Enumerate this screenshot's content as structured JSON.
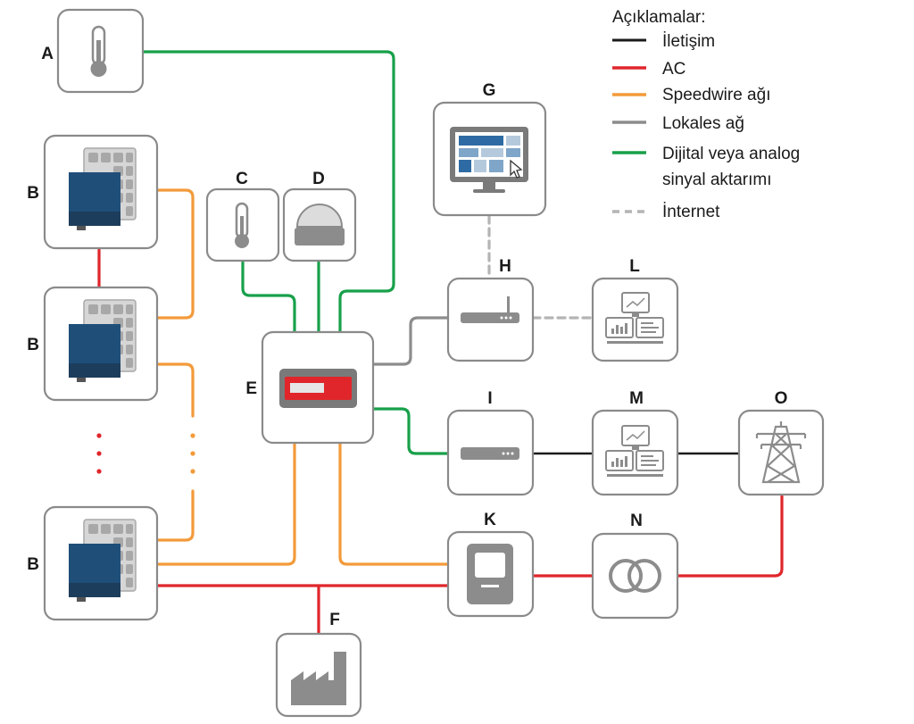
{
  "legend": {
    "title": "Açıklamalar:",
    "items": [
      {
        "key": "communication",
        "label": "İletişim",
        "color": "#1a1a1a",
        "style": "solid"
      },
      {
        "key": "ac",
        "label": "AC",
        "color": "#e0262b",
        "style": "solid"
      },
      {
        "key": "speedwire",
        "label": "Speedwire ağı",
        "color": "#f39a3a",
        "style": "solid"
      },
      {
        "key": "lan",
        "label": "Lokales ağ",
        "color": "#8c8c8c",
        "style": "solid"
      },
      {
        "key": "signal",
        "label": "Dijital veya analog",
        "label2": "sinyal aktarımı",
        "color": "#18a04a",
        "style": "solid"
      },
      {
        "key": "internet",
        "label": "İnternet",
        "color": "#b4b4b4",
        "style": "dashed"
      }
    ]
  },
  "nodes": {
    "A": {
      "label": "A",
      "icon": "thermometer-icon"
    },
    "B1": {
      "label": "B",
      "icon": "inverter-pv-icon"
    },
    "B2": {
      "label": "B",
      "icon": "inverter-pv-icon"
    },
    "B3": {
      "label": "B",
      "icon": "inverter-pv-icon"
    },
    "C": {
      "label": "C",
      "icon": "thermometer-icon"
    },
    "D": {
      "label": "D",
      "icon": "sensor-dome-icon"
    },
    "E": {
      "label": "E",
      "icon": "controller-device-icon"
    },
    "F": {
      "label": "F",
      "icon": "factory-icon"
    },
    "G": {
      "label": "G",
      "icon": "monitor-portal-icon"
    },
    "H": {
      "label": "H",
      "icon": "router-icon"
    },
    "I": {
      "label": "I",
      "icon": "modem-icon"
    },
    "K": {
      "label": "K",
      "icon": "energy-meter-icon"
    },
    "L": {
      "label": "L",
      "icon": "scada-computers-icon"
    },
    "M": {
      "label": "M",
      "icon": "scada-computers-icon"
    },
    "N": {
      "label": "N",
      "icon": "transformer-icon"
    },
    "O": {
      "label": "O",
      "icon": "power-pylon-icon"
    }
  },
  "colors": {
    "box_stroke": "#8a8a8a",
    "inverter_panel": "#1f4e79",
    "inverter_base": "#1d3d5c",
    "device_red": "#e0262b",
    "device_body": "#7a7a7a",
    "screen_blue": "#2e6aa3"
  }
}
